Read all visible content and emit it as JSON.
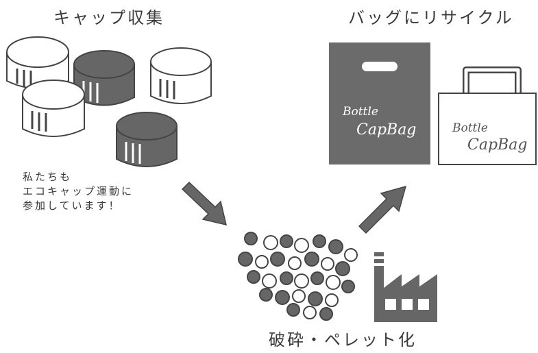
{
  "labels": {
    "caps_title": "キャップ収集",
    "bag_title": "バッグにリサイクル",
    "pellet_title": "破砕・ペレット化"
  },
  "message": {
    "line1": "私たちも",
    "line2": "エコキャップ運動に",
    "line3": "参加しています！"
  },
  "bags": {
    "dark_bag": {
      "line1": "Bottle",
      "line2": "CapBag"
    },
    "light_bag": {
      "line1": "Bottle",
      "line2": "CapBag"
    }
  },
  "colors": {
    "dark": "#6b6b6b",
    "outline": "#444444",
    "light": "#ffffff"
  }
}
